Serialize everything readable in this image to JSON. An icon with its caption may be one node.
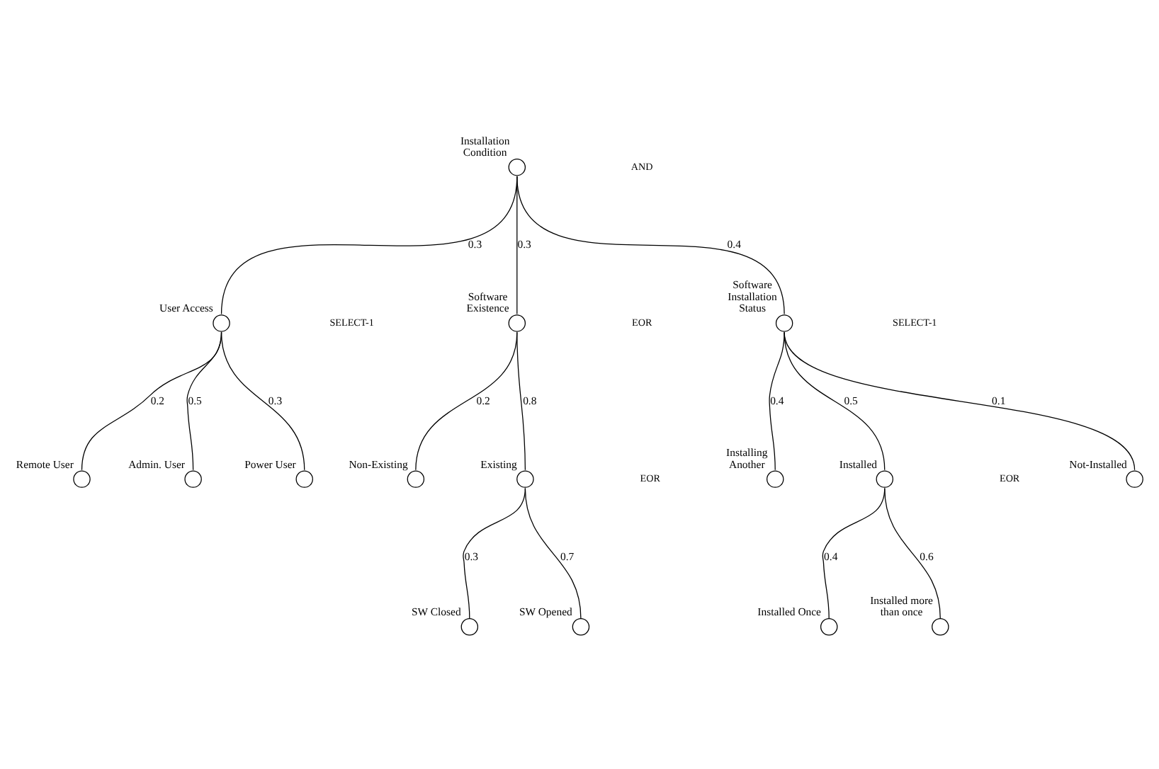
{
  "diagram": {
    "nodes": [
      {
        "text": [],
        "shape": "circle",
        "beside": [
          "Installation Condition"
        ]
      },
      {
        "text": [],
        "shape": "circle",
        "beside": [
          "User Access"
        ]
      },
      {
        "text": [],
        "shape": "circle",
        "beside": [
          "Software Existence"
        ]
      },
      {
        "text": [],
        "shape": "circle",
        "beside": [
          "Software Installation Status"
        ]
      },
      {
        "text": [],
        "shape": "circle",
        "beside": [
          "Remote User"
        ]
      },
      {
        "text": [],
        "shape": "circle",
        "beside": [
          "Admin. User"
        ]
      },
      {
        "text": [],
        "shape": "circle",
        "beside": [
          "Power User"
        ]
      },
      {
        "text": [],
        "shape": "circle",
        "beside": [
          "Non-Existing"
        ]
      },
      {
        "text": [],
        "shape": "circle",
        "beside": [
          "Existing"
        ]
      },
      {
        "text": [],
        "shape": "circle",
        "beside": [
          "SW Closed"
        ]
      },
      {
        "text": [],
        "shape": "circle",
        "beside": [
          "SW Opened"
        ]
      },
      {
        "text": [],
        "shape": "circle",
        "beside": [
          "Installing Another"
        ]
      },
      {
        "text": [],
        "shape": "circle",
        "beside": [
          "Installed"
        ]
      },
      {
        "text": [],
        "shape": "circle",
        "beside": [
          "Not-Installed"
        ]
      },
      {
        "text": [],
        "shape": "circle",
        "beside": [
          "Installed Once"
        ]
      },
      {
        "text": [],
        "shape": "circle",
        "beside": [
          "Installed more than once"
        ]
      }
    ],
    "edges": [
      {
        "from": 0,
        "to": 1,
        "arrow": "none",
        "label": "0.3"
      },
      {
        "from": 0,
        "to": 2,
        "arrow": "none",
        "label": "0.3"
      },
      {
        "from": 0,
        "to": 3,
        "arrow": "none",
        "label": "0.4"
      },
      {
        "from": 1,
        "to": 4,
        "arrow": "none",
        "label": "0.2"
      },
      {
        "from": 1,
        "to": 5,
        "arrow": "none",
        "label": "0.5"
      },
      {
        "from": 1,
        "to": 6,
        "arrow": "none",
        "label": "0.3"
      },
      {
        "from": 2,
        "to": 7,
        "arrow": "none",
        "label": "0.2"
      },
      {
        "from": 2,
        "to": 8,
        "arrow": "none",
        "label": "0.8"
      },
      {
        "from": 8,
        "to": 9,
        "arrow": "none",
        "label": "0.3"
      },
      {
        "from": 8,
        "to": 10,
        "arrow": "none",
        "label": "0.7"
      },
      {
        "from": 3,
        "to": 11,
        "arrow": "none",
        "label": "0.4"
      },
      {
        "from": 3,
        "to": 12,
        "arrow": "none",
        "label": "0.5"
      },
      {
        "from": 3,
        "to": 13,
        "arrow": "none",
        "label": "0.1"
      },
      {
        "from": 12,
        "to": 14,
        "arrow": "none",
        "label": "0.4"
      },
      {
        "from": 12,
        "to": 15,
        "arrow": "none",
        "label": "0.6"
      }
    ],
    "labels": [
      "AND",
      "SELECT-1",
      "SELECT-1",
      "EOR",
      "EOR",
      "EOR"
    ]
  }
}
